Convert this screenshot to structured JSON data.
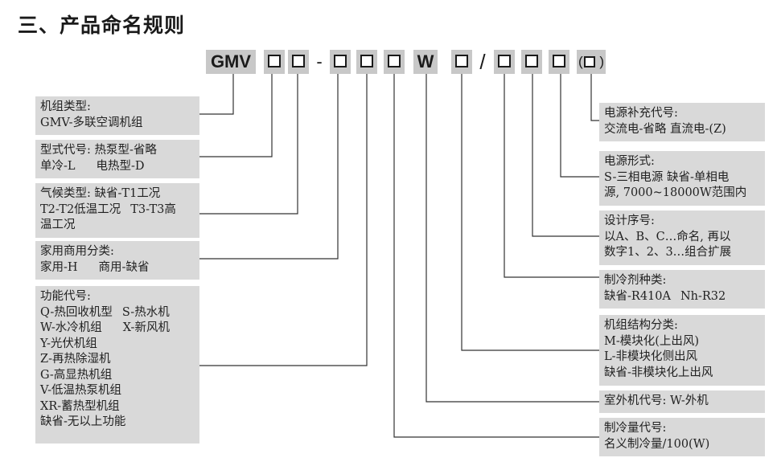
{
  "title": "三、产品命名规则",
  "code": {
    "prefix": "GMV",
    "dash": "-",
    "letter_w": "W",
    "slash": "/",
    "paren_left": "(",
    "paren_right": ")"
  },
  "left_boxes": [
    {
      "id": "unit-type",
      "lines": [
        "机组类型:",
        "GMV-多联空调机组"
      ]
    },
    {
      "id": "type-code",
      "lines": [
        "型式代号: 热泵型-省略",
        "单冷-L",
        "电热型-D"
      ]
    },
    {
      "id": "climate-type",
      "lines": [
        "气候类型: 缺省-T1工况",
        "T2-T2低温工况",
        "T3-T3高",
        "温工况"
      ]
    },
    {
      "id": "usage",
      "lines": [
        "家用商用分类:",
        "家用-H",
        "商用-缺省"
      ]
    },
    {
      "id": "function-code",
      "lines": [
        "功能代号:",
        "Q-热回收机型",
        "S-热水机",
        "W-水冷机组",
        "X-新风机",
        "Y-光伏机组",
        "Z-再热除湿机",
        "G-高显热机组",
        "V-低温热泵机组",
        "XR-蓄热型机组",
        "缺省-无以上功能"
      ]
    }
  ],
  "right_boxes": [
    {
      "id": "power-supply-code",
      "lines": [
        "电源补充代号:",
        "交流电-省略 直流电-(Z)"
      ]
    },
    {
      "id": "power-form",
      "lines": [
        "电源形式:",
        "S-三相电源 缺省-单相电",
        "源, 7000~18000W范围内"
      ]
    },
    {
      "id": "design-serial",
      "lines": [
        "设计序号:",
        "以A、B、C…命名, 再以",
        "数字1、2、3…组合扩展"
      ]
    },
    {
      "id": "refrigerant",
      "lines": [
        "制冷剂种类:",
        "缺省-R410A",
        "Nh-R32"
      ]
    },
    {
      "id": "structure",
      "lines": [
        "机组结构分类:",
        "M-模块化(上出风)",
        "L-非模块化侧出风",
        "缺省-非模块化上出风"
      ]
    },
    {
      "id": "outdoor-code",
      "lines": [
        "室外机代号: W-外机"
      ]
    },
    {
      "id": "capacity-code",
      "lines": [
        "制冷量代号:",
        "名义制冷量/100(W)"
      ]
    }
  ]
}
